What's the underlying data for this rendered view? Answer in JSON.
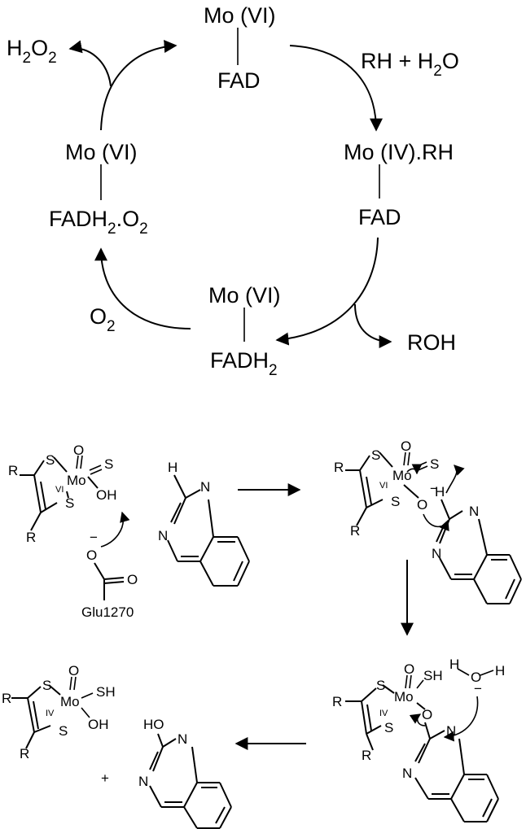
{
  "cycle": {
    "top": {
      "metal": "Mo (VI)",
      "cofactor": "FAD"
    },
    "right": {
      "metal": "Mo (IV).RH",
      "cofactor": "FAD"
    },
    "bottom": {
      "metal": "Mo (VI)",
      "cofactor": "FADH",
      "cofactor_sub": "2"
    },
    "left": {
      "metal": "Mo (VI)",
      "cofactor": "FADH",
      "cofactor_sub": "2",
      "cofactor_tail": ".O",
      "cofactor_tail_sub": "2"
    },
    "reagent_in": {
      "a": "RH + H",
      "a_sub": "2",
      "b": "O"
    },
    "product_out": "ROH",
    "oxygen_in": {
      "a": "O",
      "a_sub": "2"
    },
    "peroxide_out": {
      "a": "H",
      "a_sub": "2",
      "b": "O",
      "b_sub": "2"
    }
  },
  "mechanism": {
    "mo_label": "Mo",
    "ox_vi": "VI",
    "ox_iv": "IV",
    "atom_S": "S",
    "atom_O": "O",
    "atom_H": "H",
    "atom_N": "N",
    "atom_R": "R",
    "group_OH": "OH",
    "group_SH": "SH",
    "group_HO": "HO",
    "charge_minus": "−",
    "residue": "Glu1270",
    "plus": "+"
  }
}
